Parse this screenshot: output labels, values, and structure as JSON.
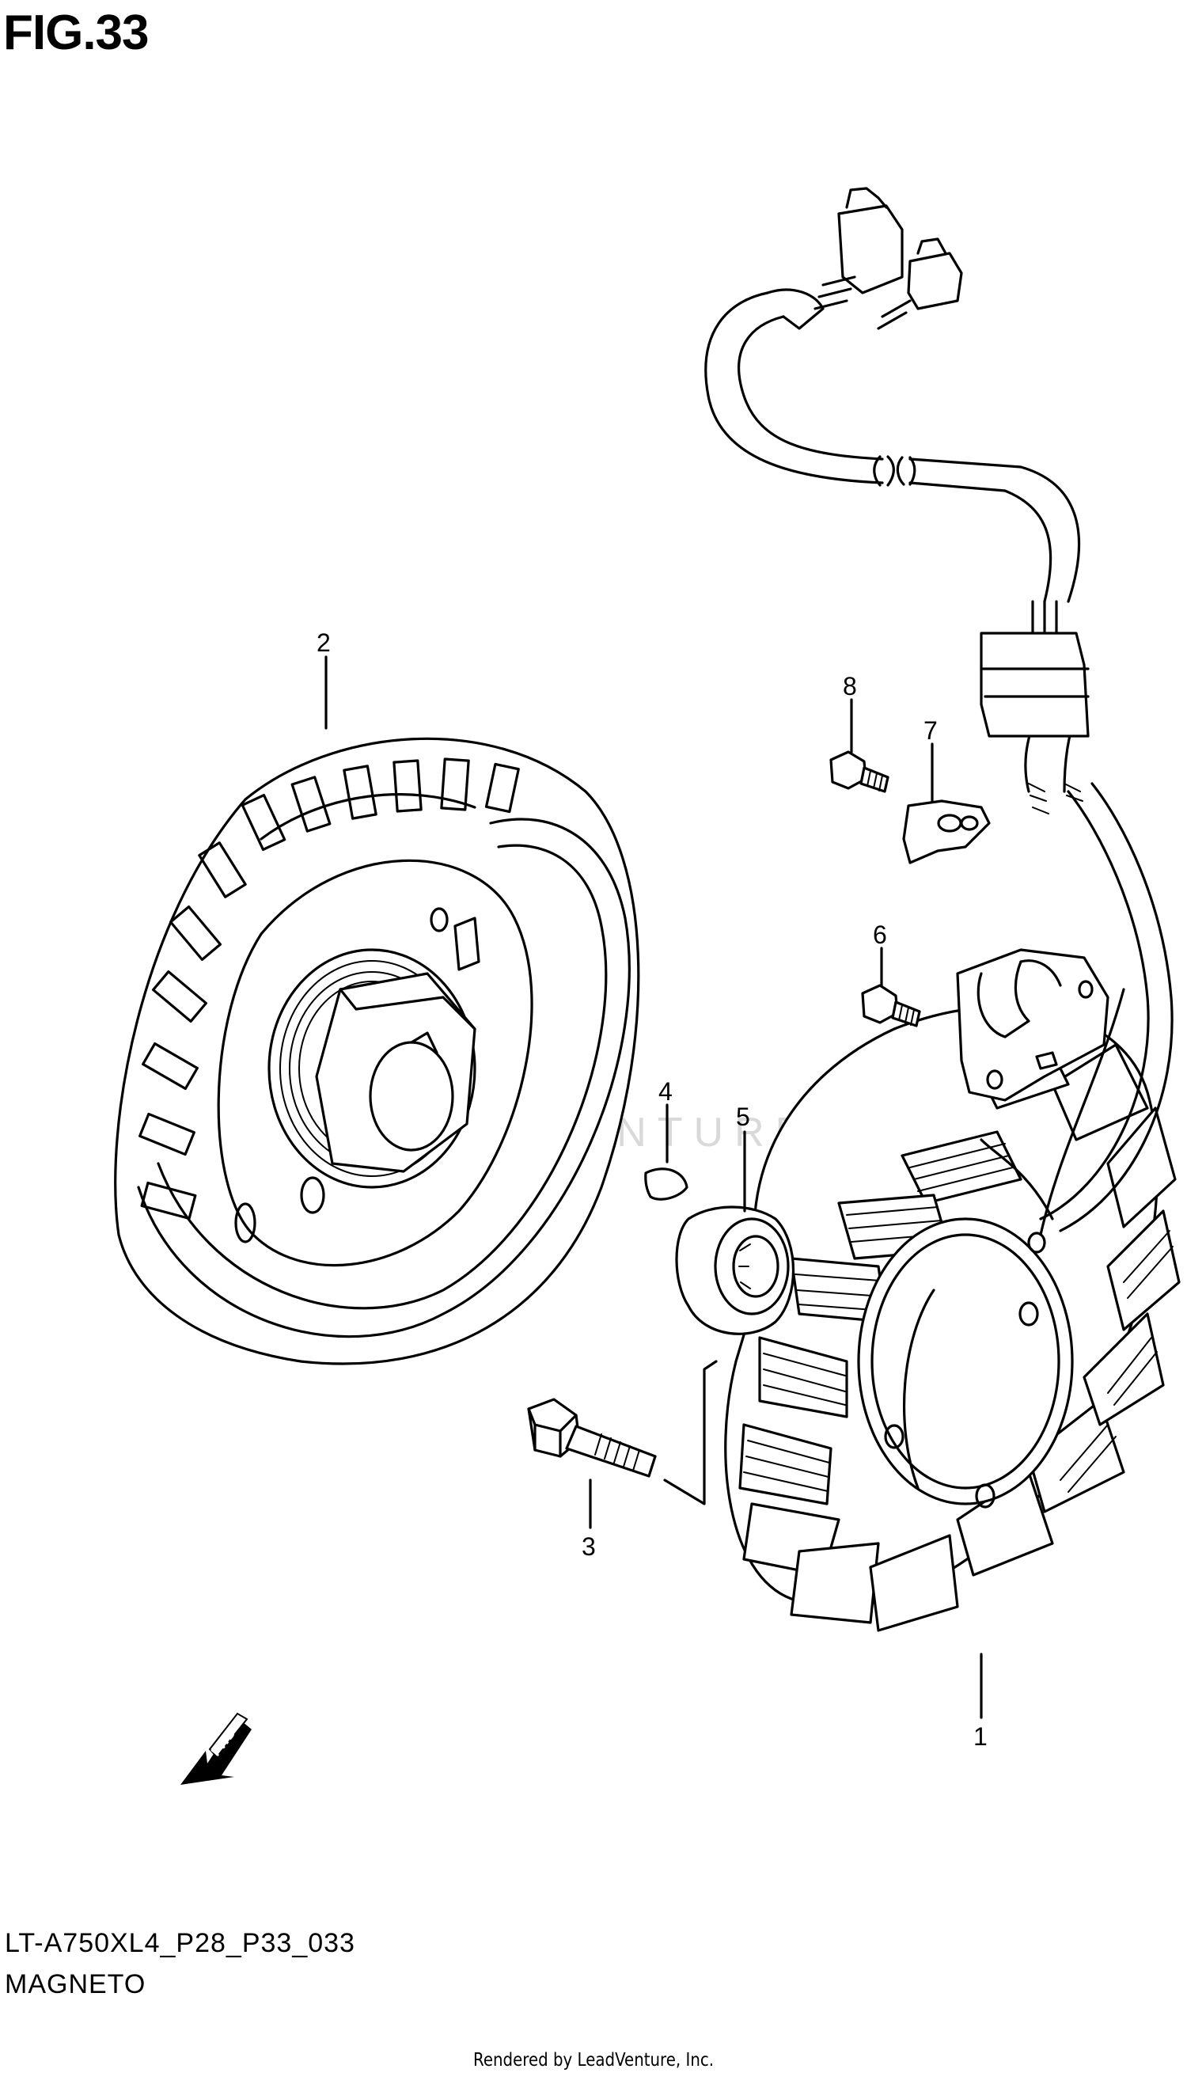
{
  "figure": {
    "title": "FIG.33",
    "code": "LT-A750XL4_P28_P33_033",
    "section": "MAGNETO",
    "rendered_by": "Rendered by LeadVenture, Inc.",
    "watermark": "LEADVENTURE"
  },
  "callouts": [
    {
      "number": "1",
      "part": "stator"
    },
    {
      "number": "2",
      "part": "rotor"
    },
    {
      "number": "3",
      "part": "bolt"
    },
    {
      "number": "4",
      "part": "key"
    },
    {
      "number": "5",
      "part": "gear"
    },
    {
      "number": "6",
      "part": "bolt"
    },
    {
      "number": "7",
      "part": "clamp"
    },
    {
      "number": "8",
      "part": "bolt"
    }
  ],
  "direction_marker": {
    "label": "FWD",
    "icon": "fwd-arrow-icon"
  }
}
